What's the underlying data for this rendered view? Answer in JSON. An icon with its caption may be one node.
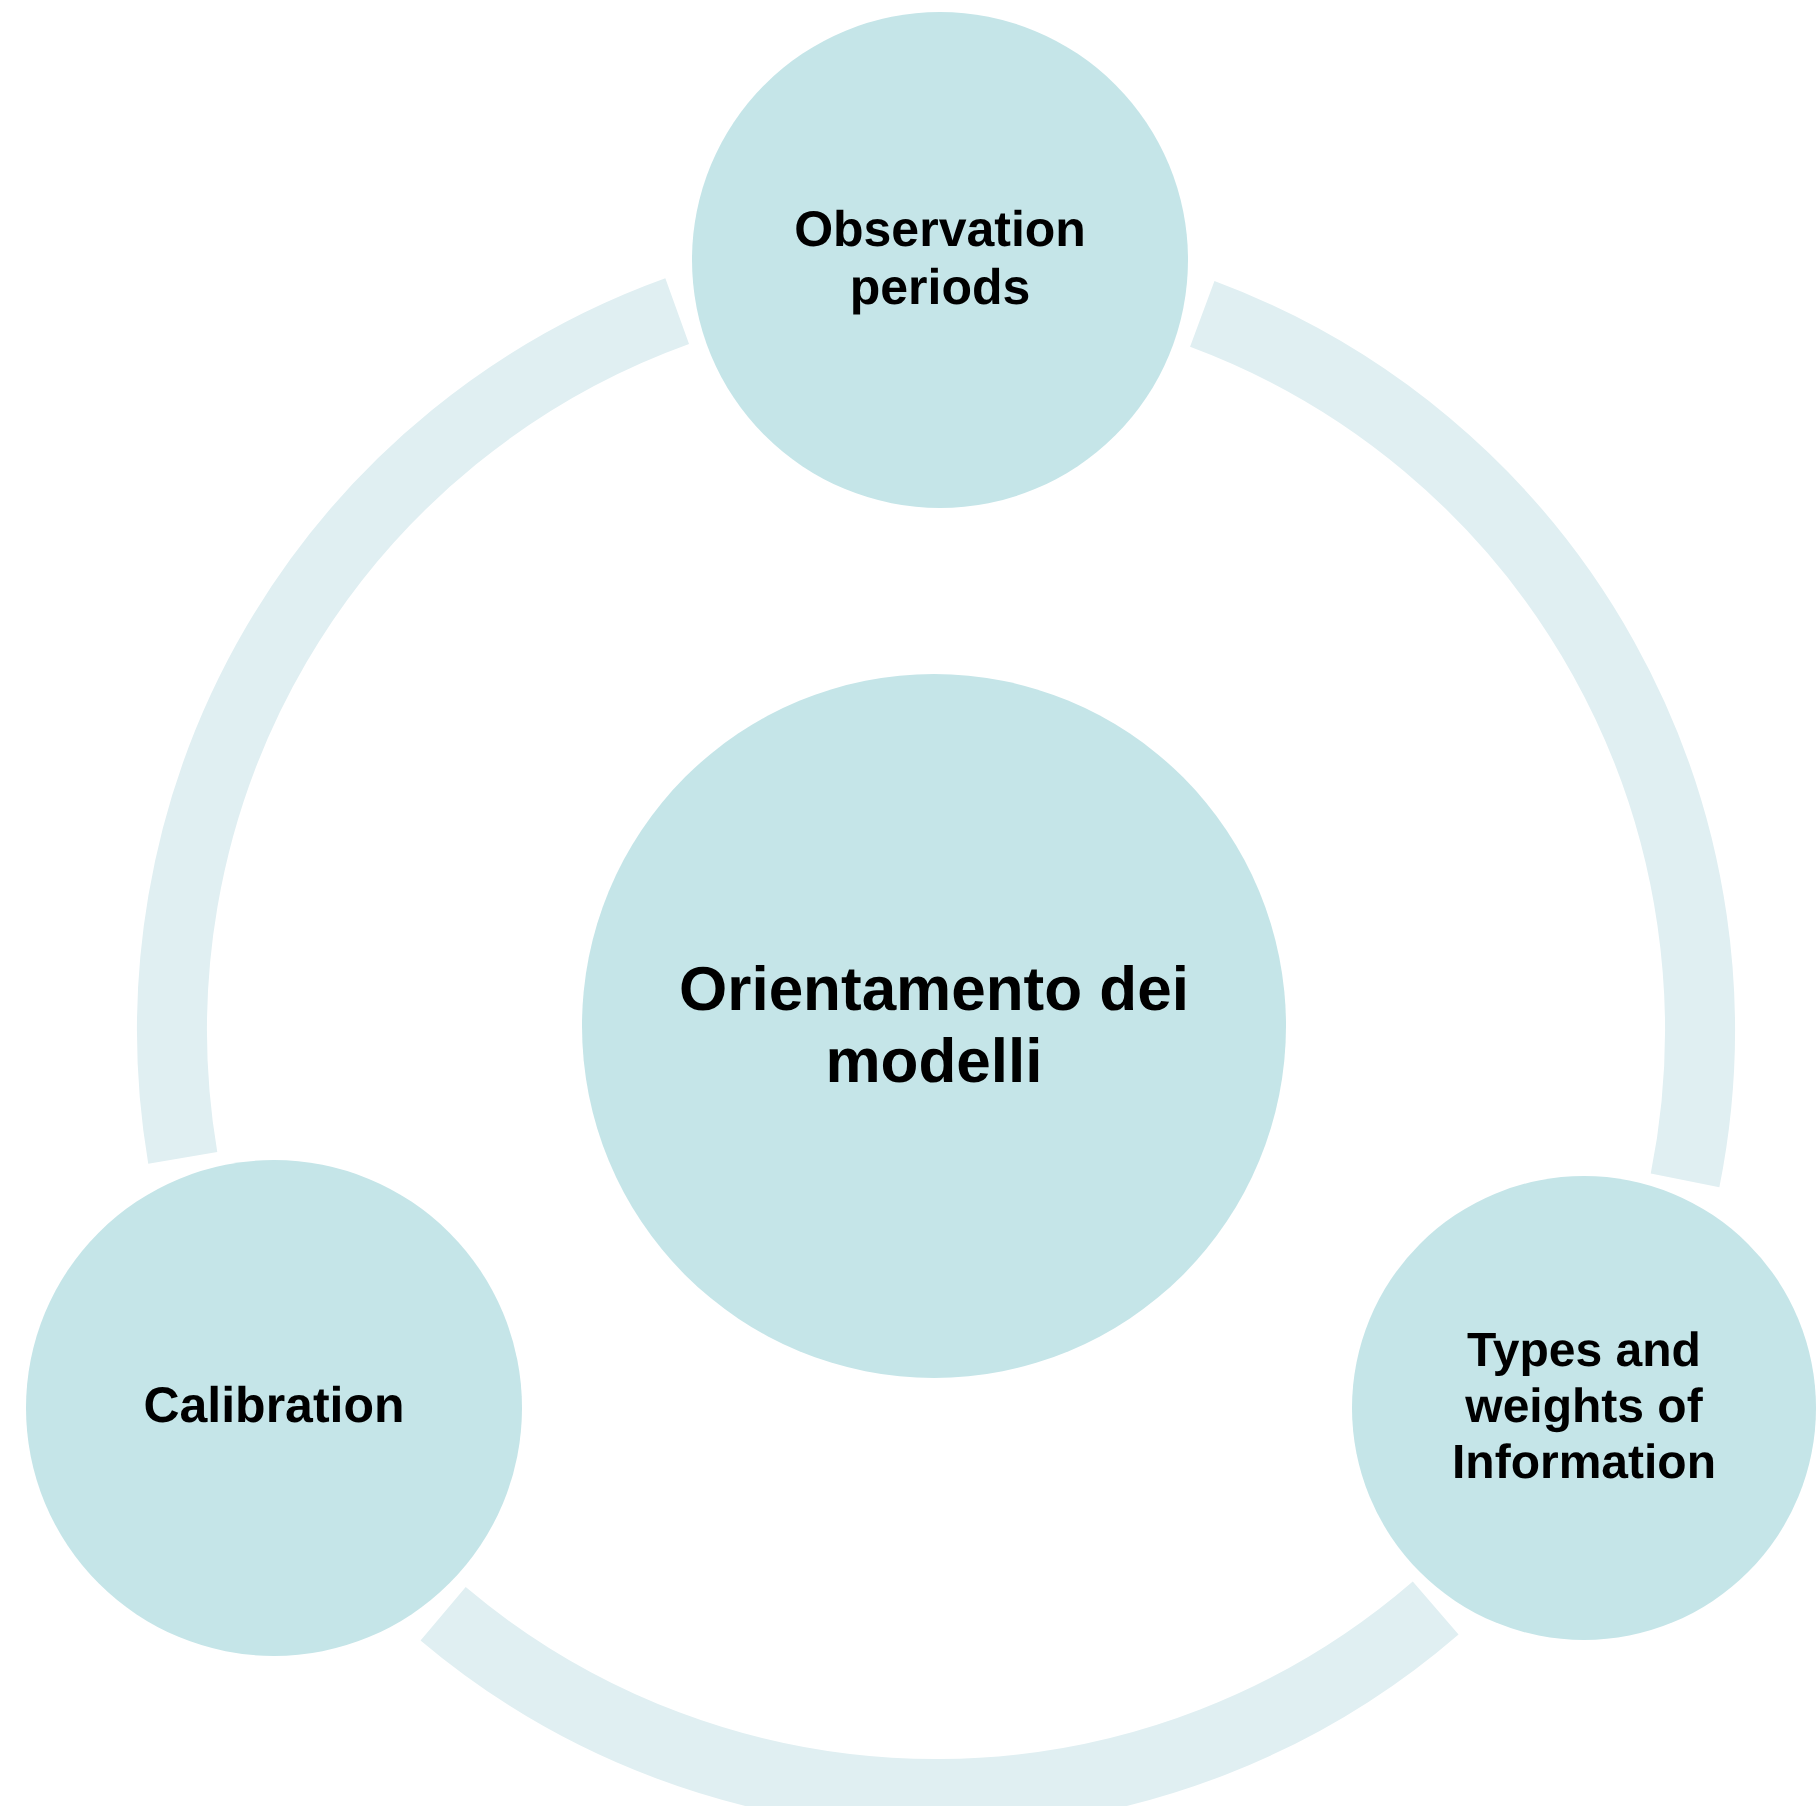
{
  "diagram": {
    "nodes": [
      {
        "text": [
          "Orientamento dei modelli"
        ]
      },
      {
        "text": [
          "Observation periods"
        ]
      },
      {
        "text": [
          "Calibration"
        ]
      },
      {
        "text": [
          "Types and weights of Information"
        ]
      }
    ],
    "edges": [
      {
        "from": 1,
        "to": 3,
        "arrow": "none"
      },
      {
        "from": 3,
        "to": 2,
        "arrow": "none"
      },
      {
        "from": 2,
        "to": 1,
        "arrow": "none"
      }
    ]
  }
}
